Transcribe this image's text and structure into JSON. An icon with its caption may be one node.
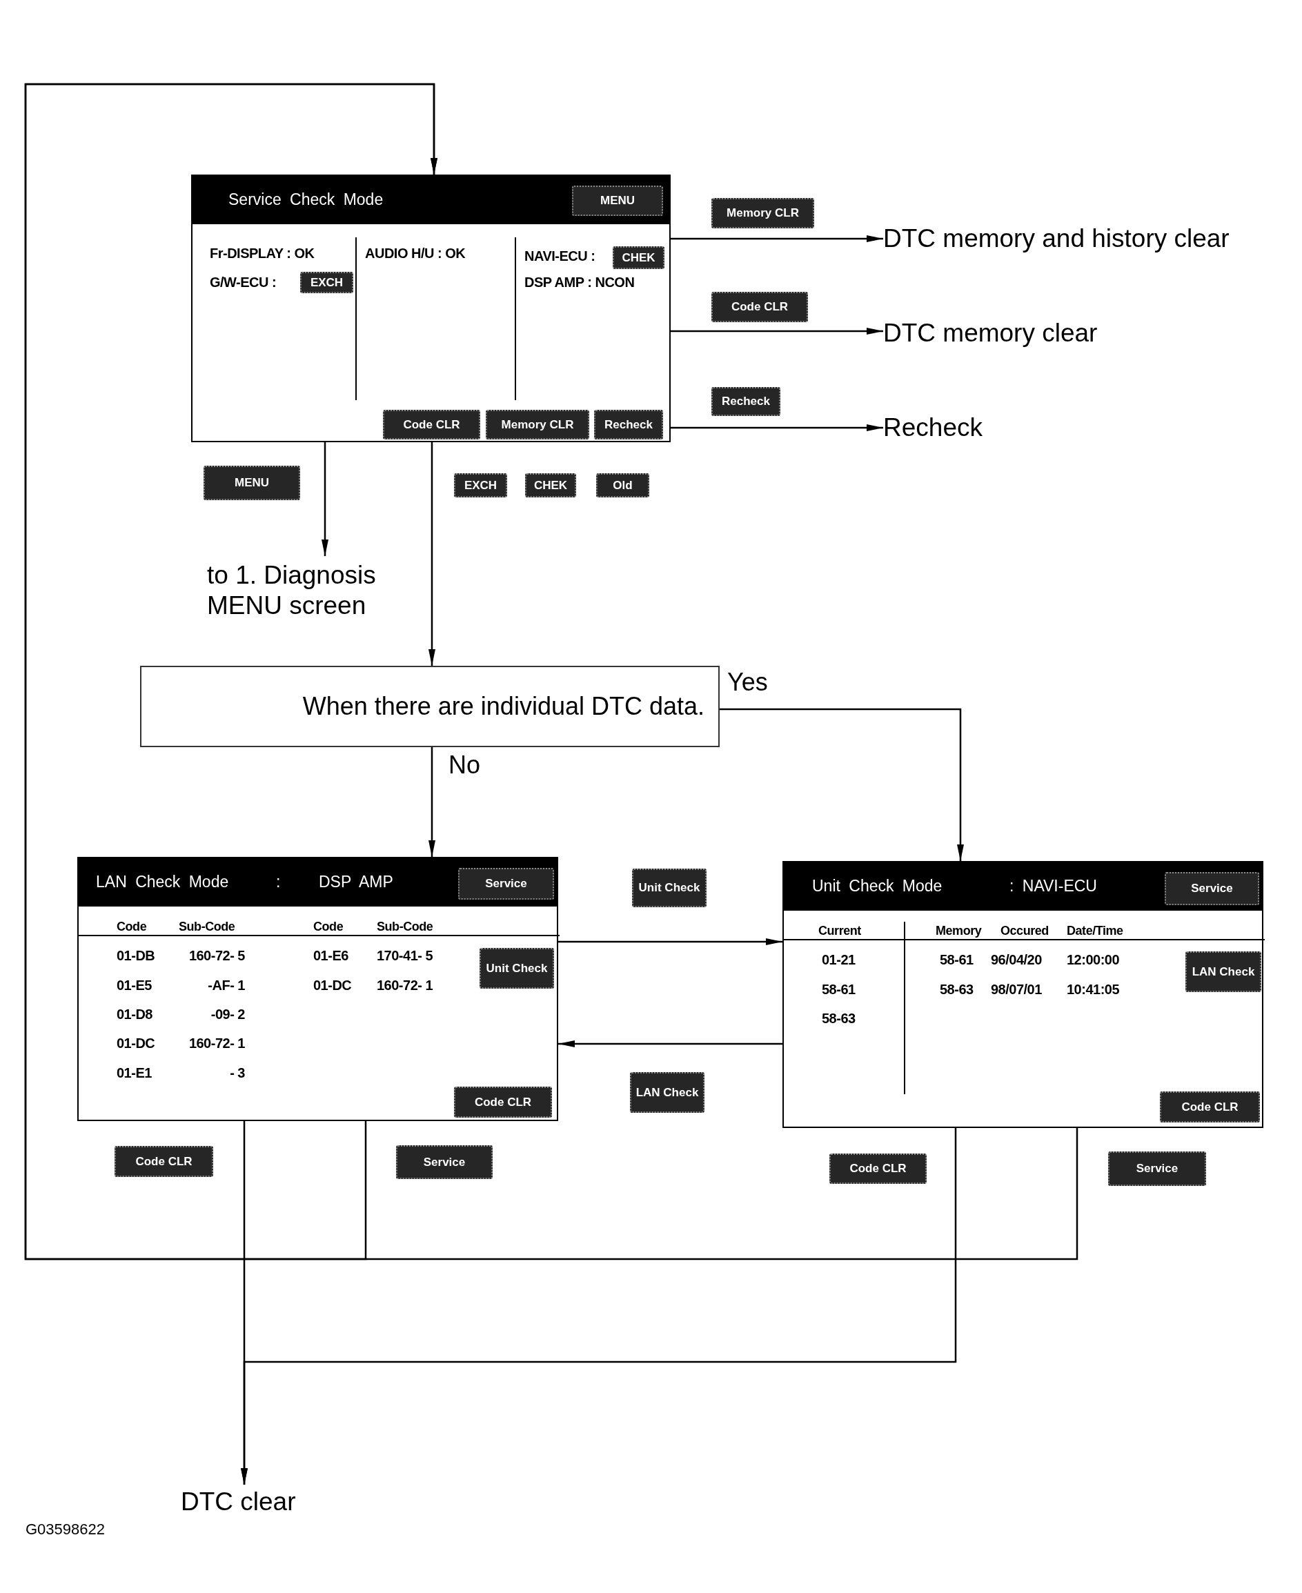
{
  "diagram": {
    "nodes": [
      {
        "text": [
          "Service Check Mode",
          "Fr-DISPLAY : OK",
          "G/W-ECU :",
          "AUDIO H/U : OK",
          "NAVI-ECU :",
          "DSP AMP : NCON"
        ]
      },
      {
        "text": [
          "MENU"
        ],
        "in": 0
      },
      {
        "text": [
          "EXCH"
        ],
        "in": 0
      },
      {
        "text": [
          "CHEK"
        ],
        "in": 0
      },
      {
        "text": [
          "Code CLR"
        ],
        "in": 0
      },
      {
        "text": [
          "Memory CLR"
        ],
        "in": 0
      },
      {
        "text": [
          "Recheck"
        ],
        "in": 0
      },
      {
        "text": [
          "DTC memory and history clear"
        ]
      },
      {
        "text": [
          "DTC memory clear"
        ]
      },
      {
        "text": [
          "Recheck"
        ]
      },
      {
        "text": [
          "to 1. Diagnosis MENU screen"
        ]
      },
      {
        "text": [
          "When there are individual DTC data."
        ]
      },
      {
        "text": [
          "LAN Check Mode",
          ":",
          "DSP AMP",
          "Code",
          "Sub-Code",
          "Code",
          "Sub-Code",
          "01-DB",
          "160-72- 5",
          "01-E6",
          "170-41- 5",
          "01-E5",
          "-AF- 1",
          "01-DC",
          "160-72- 1",
          "01-D8",
          "-09- 2",
          "01-DC",
          "160-72- 1",
          "01-E1",
          "- 3"
        ]
      },
      {
        "text": [
          "Service"
        ],
        "in": 12
      },
      {
        "text": [
          "Unit Check"
        ],
        "in": 12
      },
      {
        "text": [
          "Code CLR"
        ],
        "in": 12
      },
      {
        "text": [
          "Unit Check Mode",
          ": NAVI-ECU",
          "Current",
          "Memory",
          "Occured",
          "Date/Time",
          "01-21",
          "58-61",
          "96/04/20",
          "12:00:00",
          "58-61",
          "58-63",
          "98/07/01",
          "10:41:05",
          "58-63"
        ]
      },
      {
        "text": [
          "Service"
        ],
        "in": 16
      },
      {
        "text": [
          "LAN Check"
        ],
        "in": 16
      },
      {
        "text": [
          "Code CLR"
        ],
        "in": 16
      },
      {
        "text": [
          "DTC clear"
        ]
      },
      {
        "text": [
          "Memory CLR"
        ]
      },
      {
        "text": [
          "Code CLR"
        ]
      },
      {
        "text": [
          "Recheck"
        ]
      },
      {
        "text": [
          "MENU"
        ]
      },
      {
        "text": [
          "EXCH"
        ]
      },
      {
        "text": [
          "CHEK"
        ]
      },
      {
        "text": [
          "Old"
        ]
      },
      {
        "text": [
          "Unit Check"
        ]
      },
      {
        "text": [
          "LAN Check"
        ]
      },
      {
        "text": [
          "Code CLR"
        ]
      },
      {
        "text": [
          "Service"
        ]
      },
      {
        "text": [
          "Code CLR"
        ]
      },
      {
        "text": [
          "Service"
        ]
      }
    ],
    "edges": [
      {
        "from": 0,
        "to": 7,
        "arrow": "to"
      },
      {
        "from": 0,
        "to": 8,
        "arrow": "to"
      },
      {
        "from": 0,
        "to": 9,
        "arrow": "to"
      },
      {
        "from": 0,
        "to": 10,
        "arrow": "to"
      },
      {
        "from": 0,
        "to": 11,
        "arrow": "to"
      },
      {
        "from": 11,
        "to": 16,
        "arrow": "to",
        "label": "Yes"
      },
      {
        "from": 11,
        "to": 12,
        "arrow": "to",
        "label": "No"
      },
      {
        "from": 12,
        "to": 16,
        "arrow": "to"
      },
      {
        "from": 16,
        "to": 12,
        "arrow": "to"
      },
      {
        "from": 12,
        "to": 20,
        "arrow": "to"
      },
      {
        "from": 16,
        "to": 20,
        "arrow": "to"
      },
      {
        "from": 12,
        "to": 0,
        "arrow": "to"
      },
      {
        "from": 16,
        "to": 0,
        "arrow": "to"
      }
    ],
    "labels": [
      "G03598622"
    ]
  }
}
